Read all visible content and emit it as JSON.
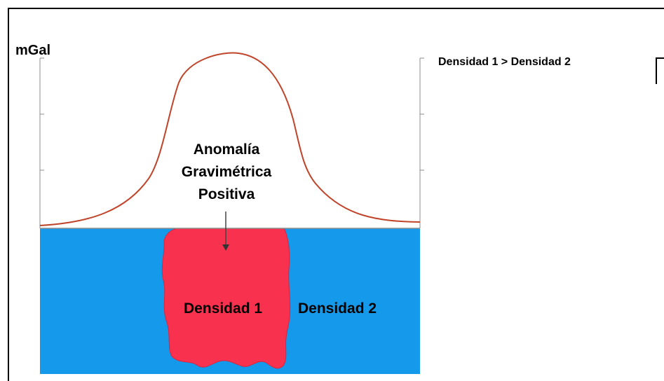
{
  "diagram": {
    "axis_unit": "mGal",
    "anomaly_label": [
      "Anomalía",
      "Gravimétrica",
      "Positiva"
    ],
    "body_label": "Densidad 1",
    "host_label": "Densidad 2",
    "relation": "Densidad 1 > Densidad 2"
  },
  "colors": {
    "host_medium": "#1599ea",
    "dense_body": "#f8324e",
    "anomaly_curve": "#c0442a",
    "axis": "#8c8c8c"
  },
  "icons": [
    "arrow-down-icon"
  ]
}
